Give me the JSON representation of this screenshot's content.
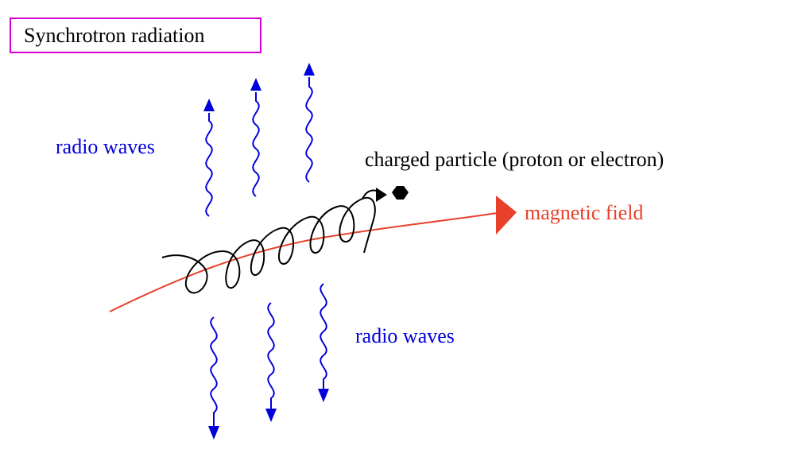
{
  "title": "Synchrotron radiation",
  "labels": {
    "radio_waves_top": "radio waves",
    "radio_waves_bottom": "radio waves",
    "charged_particle": "charged particle (proton or electron)",
    "magnetic_field": "magnetic field"
  },
  "colors": {
    "title_border": "#d400d4",
    "radio_waves": "#0000dd",
    "magnetic_field": "#e8402a",
    "particle": "#000000",
    "spiral": "#000000"
  },
  "icons": {
    "particle": "black-hexagon-dot",
    "particle_direction": "black-triangle-arrow",
    "field_direction": "red-triangle-arrowhead"
  }
}
